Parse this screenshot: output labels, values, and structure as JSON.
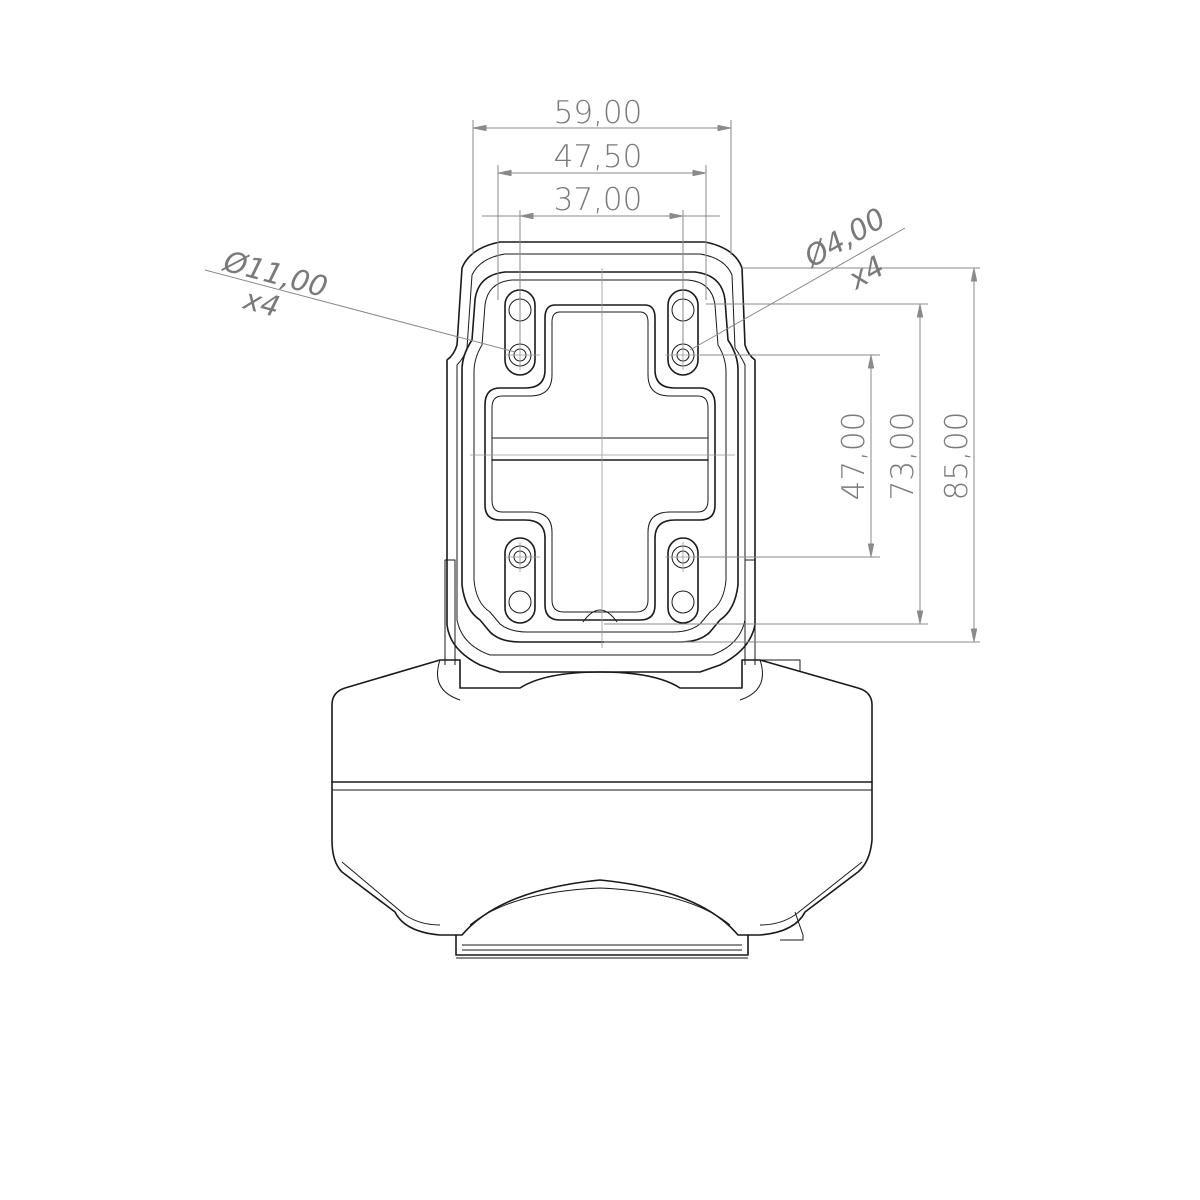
{
  "drawing": {
    "dimensions": {
      "width_outer": "59,00",
      "width_mid": "47,50",
      "width_inner": "37,00",
      "height_inner": "47,00",
      "height_mid": "73,00",
      "height_outer": "85,00"
    },
    "callouts": {
      "large_hole": {
        "diameter": "Ø11,00",
        "count": "x4"
      },
      "small_hole": {
        "diameter": "Ø4,00",
        "count": "x4"
      }
    }
  }
}
